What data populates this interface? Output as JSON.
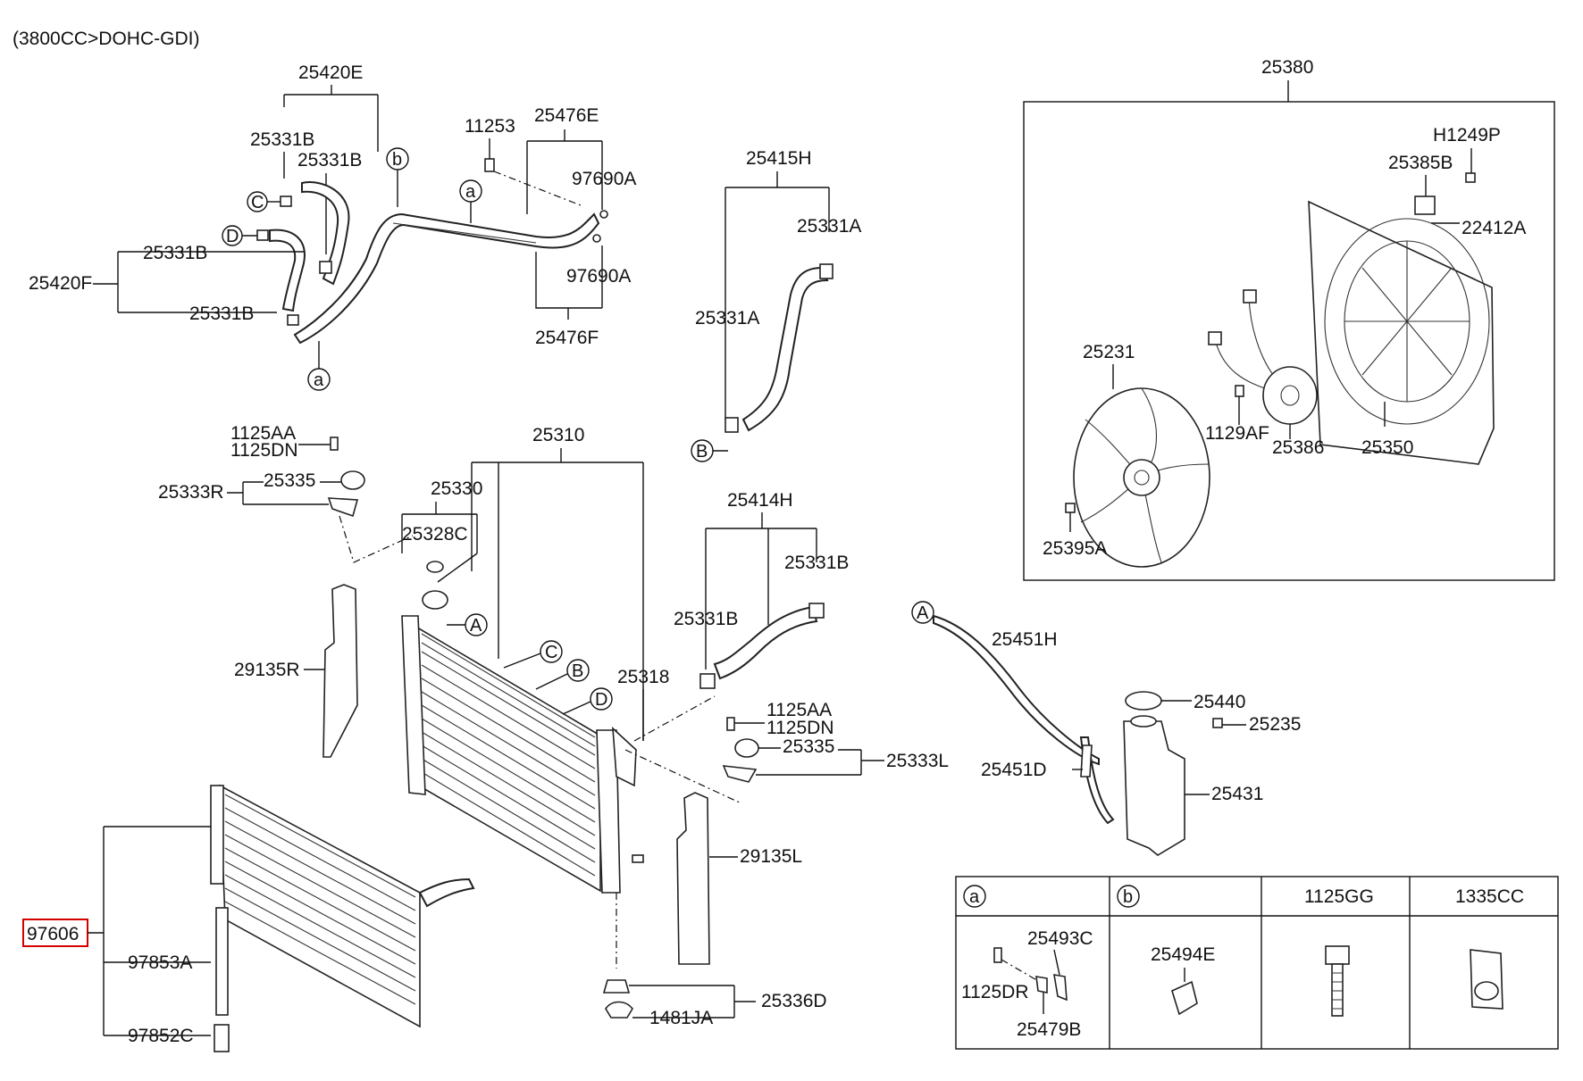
{
  "header": {
    "engine_spec": "(3800CC>DOHC-GDI)"
  },
  "highlight": {
    "color": "#d40000",
    "part": "97606"
  },
  "labels": {
    "p25420E": "25420E",
    "p25331B_1": "25331B",
    "p25331B_2": "25331B",
    "p25331B_3": "25331B",
    "p25331B_4": "25331B",
    "p25420F": "25420F",
    "p11253": "11253",
    "p25476E": "25476E",
    "p97690A_1": "97690A",
    "p97690A_2": "97690A",
    "p25476F": "25476F",
    "p25415H": "25415H",
    "p25331A_1": "25331A",
    "p25331A_2": "25331A",
    "p25380": "25380",
    "pH1249P": "H1249P",
    "p25385B": "25385B",
    "p22412A": "22412A",
    "p25231": "25231",
    "p1129AF": "1129AF",
    "p25386": "25386",
    "p25350": "25350",
    "p25395A": "25395A",
    "p1125AA_1": "1125AA",
    "p1125DN_1": "1125DN",
    "p25335_1": "25335",
    "p25333R": "25333R",
    "p25310": "25310",
    "p25330": "25330",
    "p25328C": "25328C",
    "p25414H": "25414H",
    "p25331B_5": "25331B",
    "p25331B_6": "25331B",
    "p29135R": "29135R",
    "p25318": "25318",
    "p1125AA_2": "1125AA",
    "p1125DN_2": "1125DN",
    "p25335_2": "25335",
    "p25333L": "25333L",
    "p25451H": "25451H",
    "p25440": "25440",
    "p25235": "25235",
    "p25451D": "25451D",
    "p25431": "25431",
    "p29135L": "29135L",
    "p97606": "97606",
    "p97853A": "97853A",
    "p97852C": "97852C",
    "p25336D": "25336D",
    "p1481JA": "1481JA"
  },
  "callouts": {
    "a": "a",
    "b": "b",
    "C": "C",
    "D": "D",
    "A": "A",
    "B": "B"
  },
  "legend": {
    "col_a": "a",
    "col_b": "b",
    "col_1125GG": "1125GG",
    "col_1335CC": "1335CC",
    "p25493C": "25493C",
    "p1125DR": "1125DR",
    "p25479B": "25479B",
    "p25494E": "25494E"
  }
}
